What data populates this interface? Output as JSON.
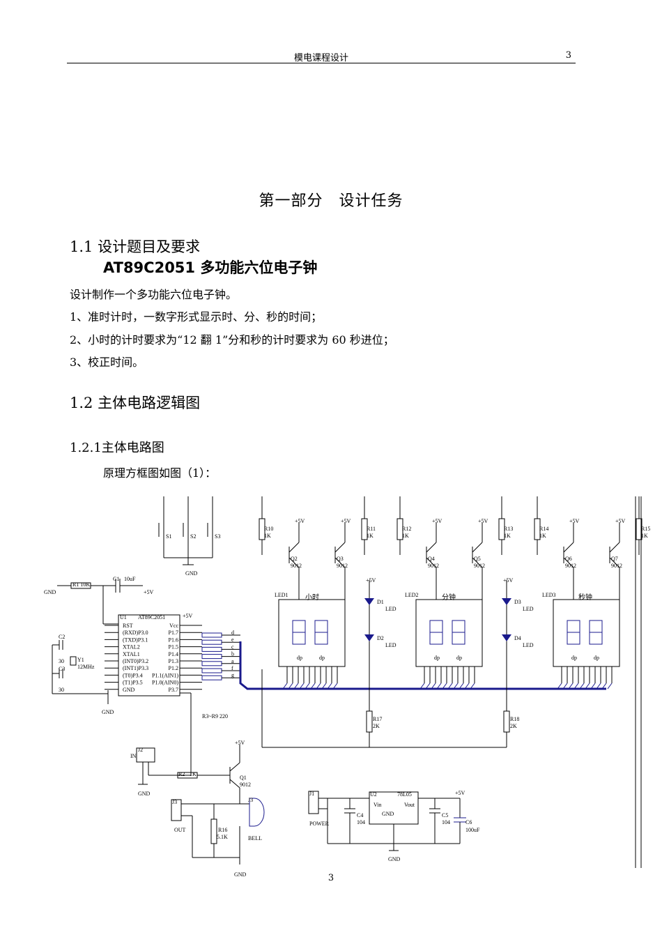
{
  "header": {
    "title": "模电课程设计",
    "page": "3"
  },
  "part_title": "第一部分　设计任务",
  "sec1_1": {
    "heading": "1.1 设计题目及要求",
    "subtitle": "AT89C2051 多功能六位电子钟"
  },
  "intro": "设计制作一个多功能六位电子钟。",
  "requirements": [
    "1、准时计时，一数字形式显示时、分、秒的时间；",
    "2、小时的计时要求为“12 翻 1”分和秒的计时要求为 60 秒进位；",
    "3、校正时间。"
  ],
  "sec1_2": {
    "heading": "1.2 主体电路逻辑图"
  },
  "sec1_2_1": {
    "heading": "1.2.1主体电路图",
    "caption": "原理方框图如图（1）："
  },
  "schematic": {
    "labels": {
      "gnd": "GND",
      "vcc": "+5V",
      "r1": "R1 10K",
      "c1": "C1",
      "c1v": "10uF",
      "u1": "U1",
      "chip": "AT89C2051",
      "y1": "Y1",
      "freq": "12MHz",
      "c2": "C2",
      "c3": "C3",
      "cap30": "30",
      "r3r9": "R3~R9  220",
      "s1": "S1",
      "s2": "S2",
      "s3": "S3",
      "led1": "LED1",
      "led2": "LED2",
      "led3": "LED3",
      "hour": "小时",
      "minute": "分钟",
      "second": "秒钟",
      "q1": "Q1",
      "tr": "9012",
      "r2": "R2",
      "r2v": "1K",
      "j1": "J1",
      "j2": "J2",
      "j3": "J3",
      "in": "IN",
      "out": "OUT",
      "power": "POWER",
      "bell": "BELL",
      "r16": "R16",
      "r16v": "5.1K",
      "r17": "R17",
      "r18": "R18",
      "r2k": "2K",
      "u2": "U2",
      "reg": "78L05",
      "vin": "Vin",
      "vout": "Vout",
      "gndpin": "GND",
      "c4": "C4",
      "c5": "C5",
      "c6": "C6",
      "c104": "104",
      "c100": "100uF",
      "d1": "D1",
      "d2": "D2",
      "d3": "D3",
      "d4": "D4",
      "led": "LED",
      "dp": "dp"
    },
    "left_pins": [
      "RST",
      "(RXD)P3.0",
      "(TXD)P3.1",
      "XTAL2",
      "XTAL1",
      "(INT0)P3.2",
      "(INT1)P3.3",
      "(T0)P3.4",
      "(T1)P3.5",
      "GND"
    ],
    "right_pins": [
      "Vcc",
      "P1.7",
      "P1.6",
      "P1.5",
      "P1.4",
      "P1.3",
      "P1.2",
      "P1.1(AIN1)",
      "P1.0(AIN0)",
      "P3.7"
    ],
    "segments": [
      "d",
      "e",
      "c",
      "b",
      "a",
      "f",
      "g"
    ],
    "base_resistors": [
      {
        "name": "R10",
        "value": "1K"
      },
      {
        "name": "R11",
        "value": "1K"
      },
      {
        "name": "R12",
        "value": "1K"
      },
      {
        "name": "R13",
        "value": "1K"
      },
      {
        "name": "R14",
        "value": "1K"
      },
      {
        "name": "R15",
        "value": "1K"
      }
    ],
    "drivers": [
      "Q2",
      "Q3",
      "Q4",
      "Q5",
      "Q6",
      "Q7"
    ]
  },
  "footer": {
    "page": "3"
  }
}
